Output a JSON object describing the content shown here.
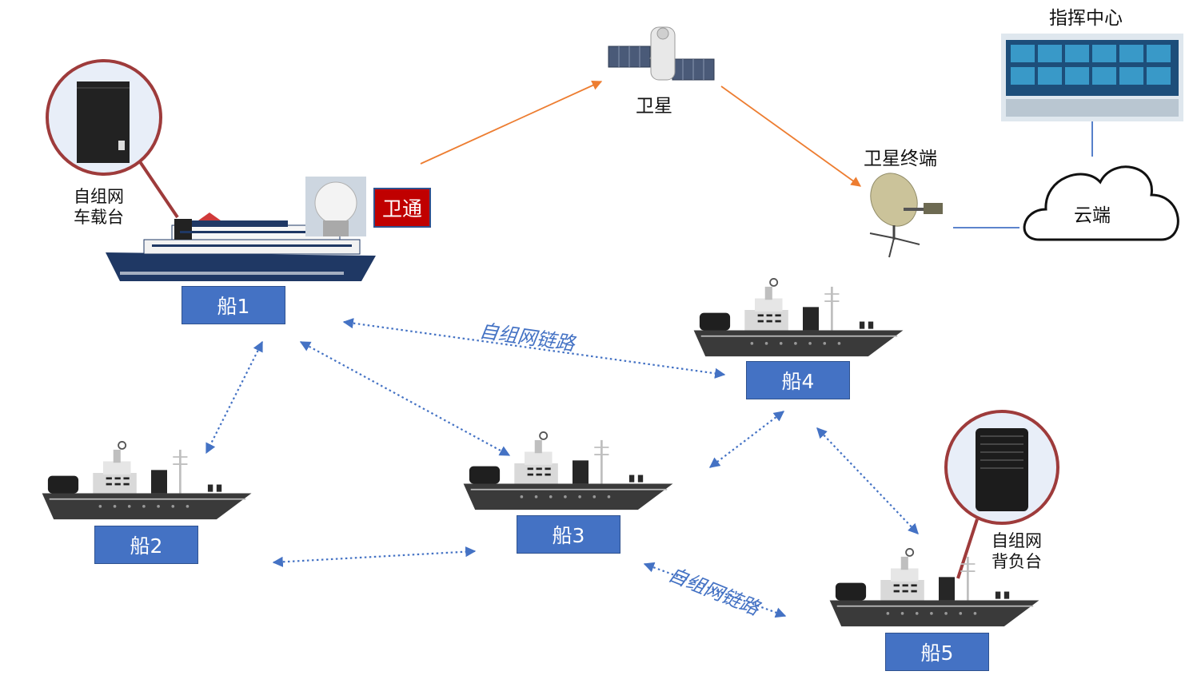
{
  "nodes": {
    "satellite": "卫星",
    "satellite_terminal": "卫星终端",
    "command_center": "指挥中心",
    "cloud": "云端",
    "sat_comm_badge": "卫通",
    "vehicle_radio": [
      "自组网",
      "车载台"
    ],
    "backpack_radio": [
      "自组网",
      "背负台"
    ]
  },
  "ships": [
    "船1",
    "船2",
    "船3",
    "船4",
    "船5"
  ],
  "links": {
    "mesh_link_1": "自组网链路",
    "mesh_link_2": "自组网链路"
  },
  "colors": {
    "label_fill": "#4472c4",
    "satellite_link": "#ed7d31",
    "mesh_link": "#4472c4",
    "callout_ring": "#9e3b3b",
    "badge_fill": "#c00000"
  },
  "icons": [
    "satellite-icon",
    "dish-antenna-icon",
    "command-center-screen-icon",
    "cloud-icon",
    "cruise-ship-icon",
    "warship-icon",
    "radio-device-icon",
    "radome-icon"
  ]
}
